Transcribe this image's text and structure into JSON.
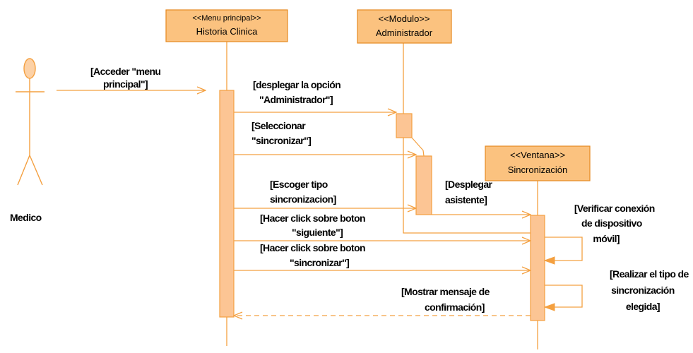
{
  "colors": {
    "line": "#f4a040",
    "box_fill": "#fbc27f",
    "box_stroke": "#e58a22",
    "activation_fill": "#fcc594"
  },
  "actor": {
    "label": "Medico"
  },
  "objects": [
    {
      "stereotype": "<<Menu principal>>",
      "name": "Historia Clinica"
    },
    {
      "stereotype": "<<Modulo>>",
      "name": "Administrador"
    },
    {
      "stereotype": "<<Ventana>>",
      "name": "Sincronización"
    }
  ],
  "messages": [
    {
      "line1": "[Acceder \"menu",
      "line2": "principal\"]"
    },
    {
      "line1": "[desplegar la opción",
      "line2": "\"Administrador\"]"
    },
    {
      "line1": "[Seleccionar",
      "line2": "\"sincronizar\"]"
    },
    {
      "line1": "[Escoger tipo",
      "line2": "sincronizacion]"
    },
    {
      "line1": "[Desplegar",
      "line2": "asistente]"
    },
    {
      "line1": "[Hacer click sobre boton",
      "line2": "\"siguiente\"]"
    },
    {
      "line1": "[Hacer click sobre boton",
      "line2": "\"sincronizar\"]"
    },
    {
      "line1": "[Verificar conexión",
      "line2": "de dispositivo",
      "line3": "móvil]"
    },
    {
      "line1": "[Realizar el tipo de",
      "line2": "sincronización",
      "line3": "elegida]"
    },
    {
      "line1": "[Mostrar mensaje de",
      "line2": "confirmación]"
    }
  ]
}
